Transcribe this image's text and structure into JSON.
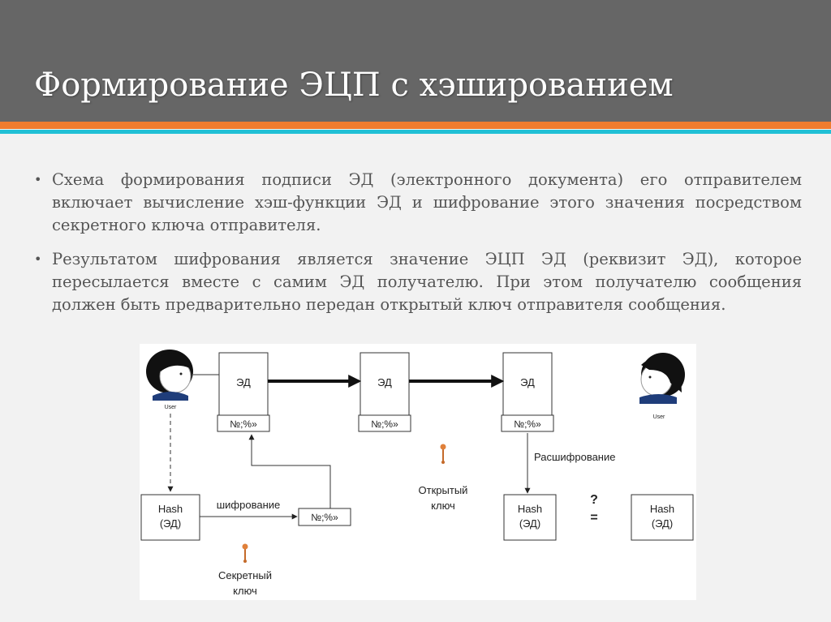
{
  "slide": {
    "title": "Формирование ЭЦП с хэшированием",
    "bullets": [
      "Схема формирования подписи ЭД (электронного документа) его отправителем включает вычисление хэш-функции ЭД и шифрование этого значения посредством секретного ключа отправителя.",
      "Результатом шифрования является значение ЭЦП ЭД (реквизит ЭД), которое пересылается вместе с самим ЭД получателю. При этом получателю сообщения должен быть предварительно передан открытый ключ отправителя сообщения."
    ]
  },
  "diagram": {
    "sender_label": "User",
    "receiver_label": "User",
    "doc_label": "ЭД",
    "signature_label": "№;%»",
    "hash_label_line1": "Hash",
    "hash_label_line2": "(ЭД)",
    "encrypt_label": "шифрование",
    "decrypt_label": "Расшифрование",
    "public_key_line1": "Открытый",
    "public_key_line2": "ключ",
    "secret_key_line1": "Секретный",
    "secret_key_line2": "ключ",
    "compare_question": "?",
    "compare_equals": "="
  },
  "colors": {
    "header_bg": "#666666",
    "accent_orange": "#f07c2f",
    "accent_teal": "#21c0d6",
    "body_text": "#555555",
    "key_orange": "#e0803a"
  }
}
